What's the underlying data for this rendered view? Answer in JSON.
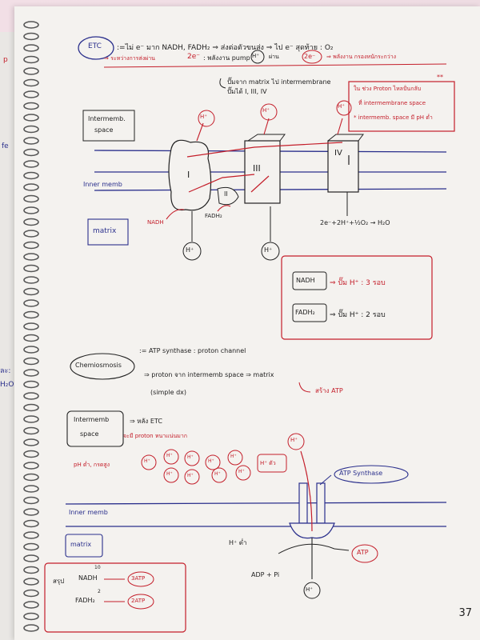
{
  "left_page": {
    "margin_marks": [
      "p",
      "fe",
      "ละ:",
      "H₂O"
    ]
  },
  "header": {
    "etc_label": "ETC",
    "line1": ":=ไม่ e⁻ มาก NADH, FADH₂ ⇒ ส่งต่อตัวขนส่ง ⇒ ไป e⁻ สุดท้าย : O₂",
    "line2_prefix": "⇒ ระหว่างการส่งผ่าน",
    "line2_2e": "2e⁻",
    "line2_mid": ": พลังงาน pump",
    "h_circle": "H⁺",
    "line2_ex": "ผ่าน",
    "line2_2e_circle": "2e⁻",
    "line2_suffix": "⇒ พลังงาน กรองหนักระกว่าง",
    "note_line1": "ปั๊มจาก matrix ไป intermembrane",
    "note_line2": "ปั๊มได้ I, III, IV"
  },
  "redbox_top": {
    "stars": "**",
    "line1": "ใน ช่วง Proton ไหลปั่นกลับ",
    "line2": "ที่ intermembrane space",
    "line3": "* intermemb. space มี pH ต่ำ"
  },
  "diagram1": {
    "interm_label_1": "Intermemb.",
    "interm_label_2": "space",
    "inner_memb": "Inner memb",
    "matrix": "matrix",
    "complex_I": "I",
    "complex_II": "II",
    "complex_III": "III",
    "complex_IV": "IV",
    "h_plus": "H⁺",
    "nadh": "NADH",
    "fadh2": "FADH₂",
    "water_eq": "2e⁻+2H⁺+½O₂ → H₂O"
  },
  "redbox_mid": {
    "nadh": "NADH",
    "nadh_text": "⇒ ปั๊ม H⁺ : 3 รอบ",
    "fadh2": "FADH₂",
    "fadh2_text": "⇒ ปั๊ม H⁺ : 2 รอบ"
  },
  "chemiosmosis": {
    "label": "Chemiosmosis",
    "line1": ":= ATP synthase : proton channel",
    "line2": "⇒ proton จาก intermemb space ⇒ matrix",
    "line3": "(simple dx)",
    "result": "สร้าง ATP"
  },
  "diagram2": {
    "interm_label_1": "Intermemb",
    "interm_label_2": "space",
    "etc_note": "⇒ หลัง ETC",
    "proton_note": "จะมี proton หนาแน่นมาก",
    "ph_note": "pH ต่ำ, กรดสูง",
    "h_plus": "H⁺",
    "h_many": "H⁺ ตัว",
    "atp_synthase": "ATP Synthase",
    "inner_memb": "Inner memb",
    "matrix": "matrix",
    "h_low": "H⁺ ต่ำ",
    "adp_pi": "ADP + Pi",
    "atp": "ATP"
  },
  "redbox_bottom": {
    "summary": "สรุป",
    "nadh": "NADH",
    "nadh_sup": "10",
    "nadh_atp": "3ATP",
    "fadh2": "FADH₂",
    "fadh2_sup": "2",
    "fadh2_atp": "2ATP"
  },
  "page_number": "37",
  "colors": {
    "ink_red": "#c41e2a",
    "ink_blue": "#2a2f8c",
    "ink_black": "#222222",
    "paper": "#f4f2ef"
  }
}
